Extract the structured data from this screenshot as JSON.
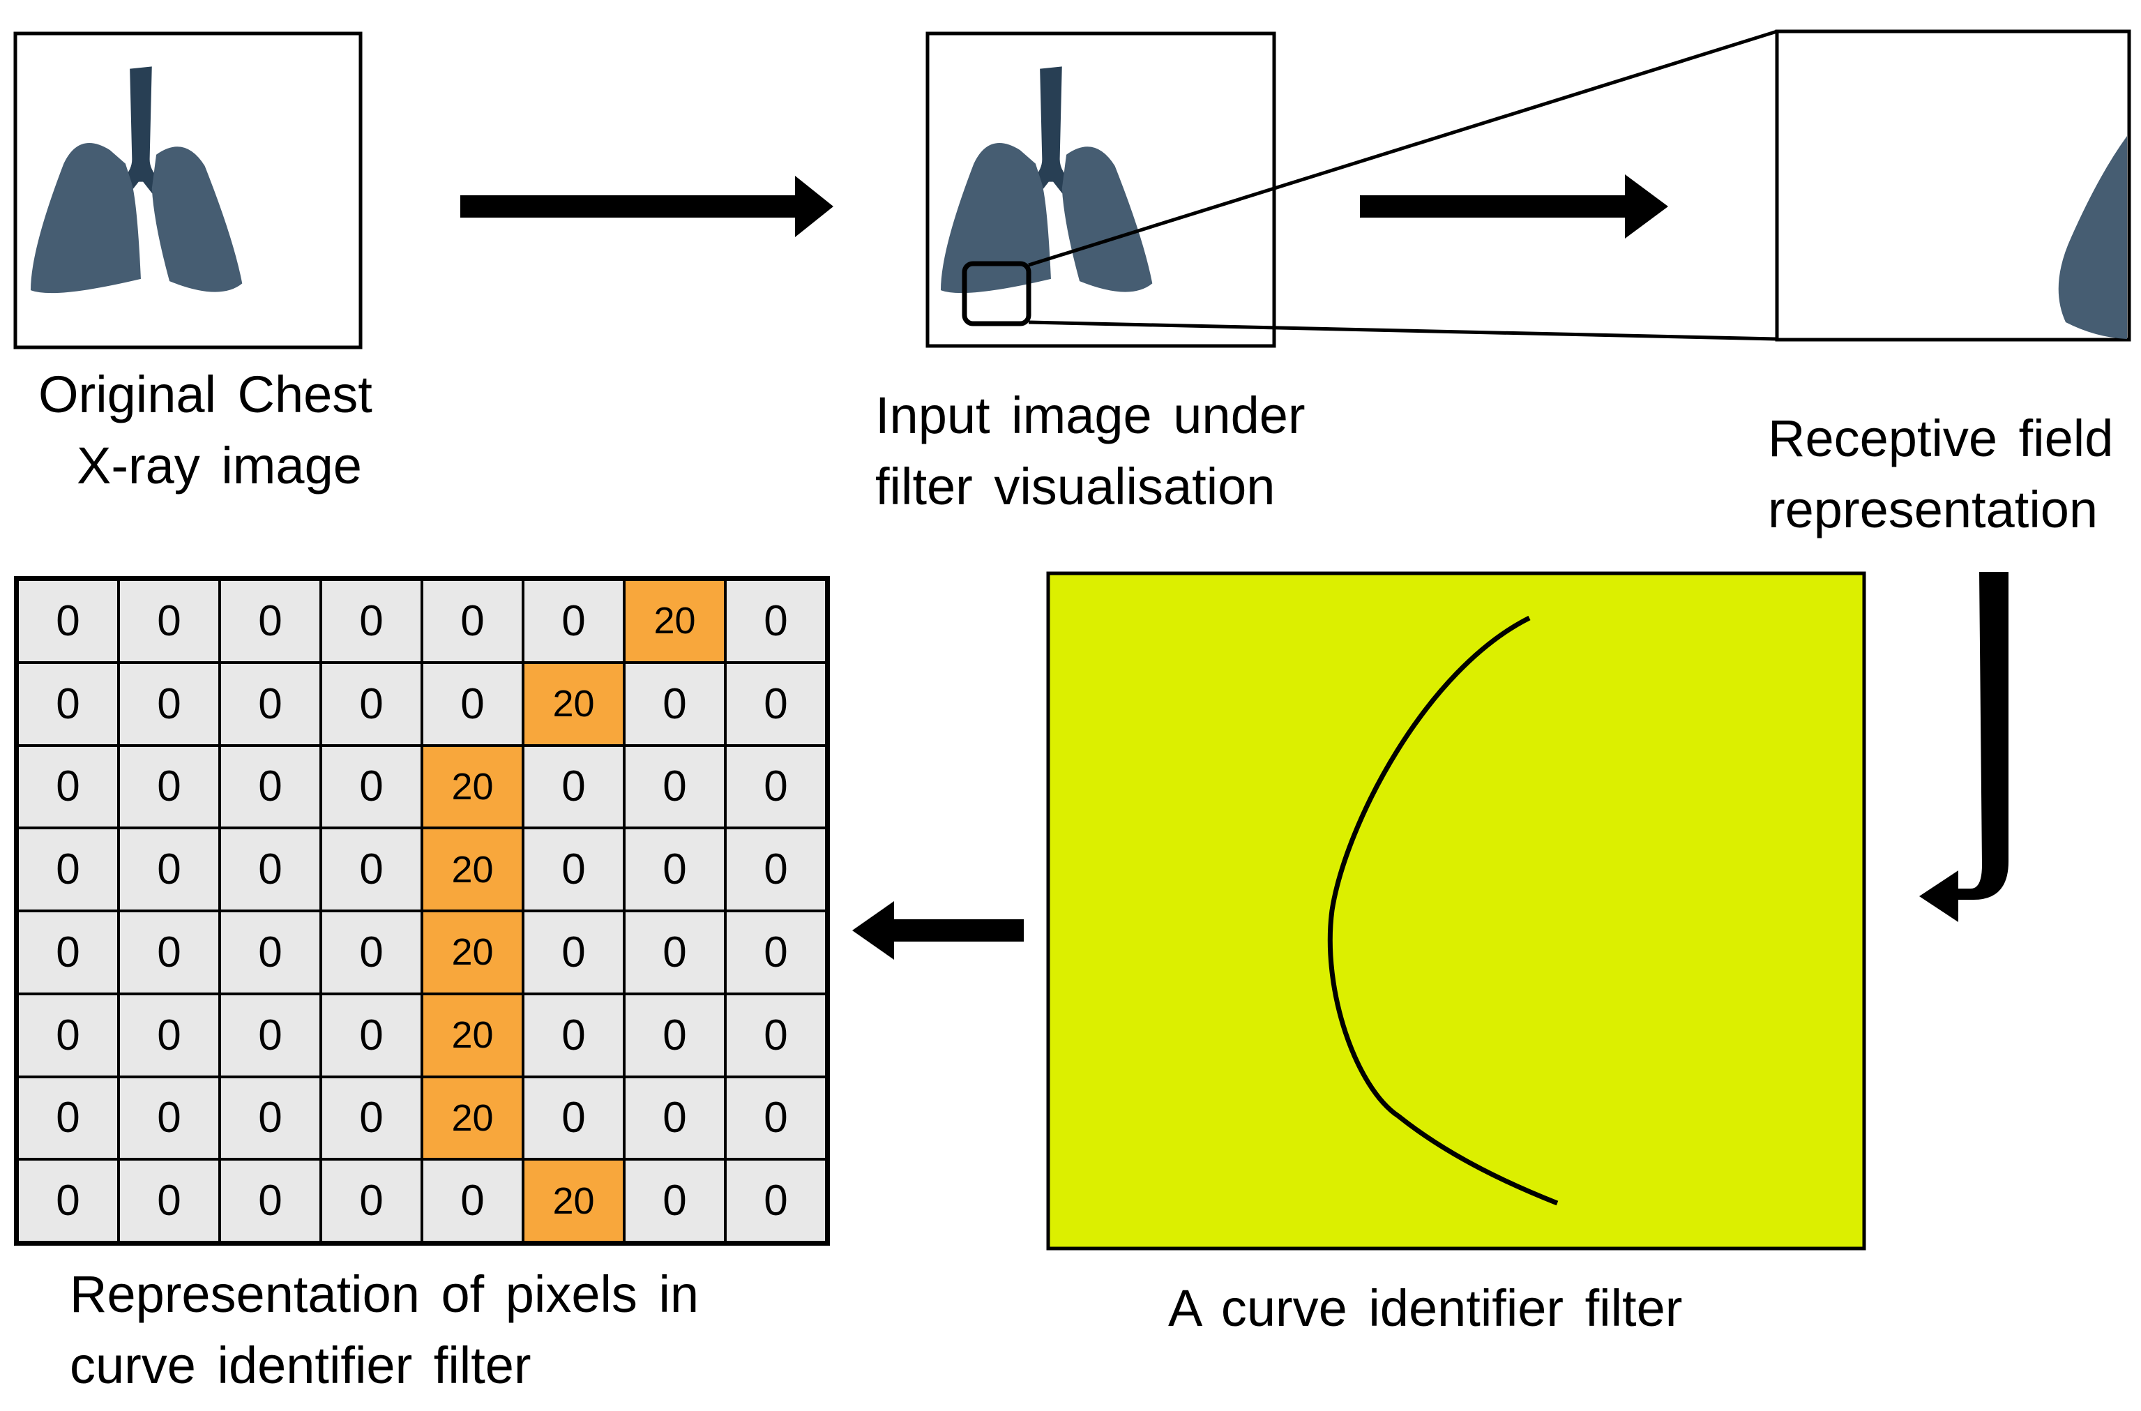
{
  "captions": {
    "original": [
      "Original Chest",
      "X-ray image"
    ],
    "input": [
      "Input image under",
      "filter visualisation"
    ],
    "receptive": [
      "Receptive field",
      "representation"
    ],
    "filter": [
      "A curve identifier filter"
    ],
    "pixels": [
      "Representation of pixels in",
      "curve identifier filter"
    ]
  },
  "pixel_grid": {
    "rows": [
      [
        "0",
        "0",
        "0",
        "0",
        "0",
        "0",
        "20",
        "0"
      ],
      [
        "0",
        "0",
        "0",
        "0",
        "0",
        "20",
        "0",
        "0"
      ],
      [
        "0",
        "0",
        "0",
        "0",
        "20",
        "0",
        "0",
        "0"
      ],
      [
        "0",
        "0",
        "0",
        "0",
        "20",
        "0",
        "0",
        "0"
      ],
      [
        "0",
        "0",
        "0",
        "0",
        "20",
        "0",
        "0",
        "0"
      ],
      [
        "0",
        "0",
        "0",
        "0",
        "20",
        "0",
        "0",
        "0"
      ],
      [
        "0",
        "0",
        "0",
        "0",
        "20",
        "0",
        "0",
        "0"
      ],
      [
        "0",
        "0",
        "0",
        "0",
        "0",
        "20",
        "0",
        "0"
      ]
    ],
    "highlight_value": "20",
    "highlight_color": "#f8a73c",
    "cell_color": "#e8e8e8"
  },
  "colors": {
    "lung": "#465d72",
    "trachea": "#283f54",
    "filter_background": "#dcef00",
    "arrow": "#000000"
  }
}
